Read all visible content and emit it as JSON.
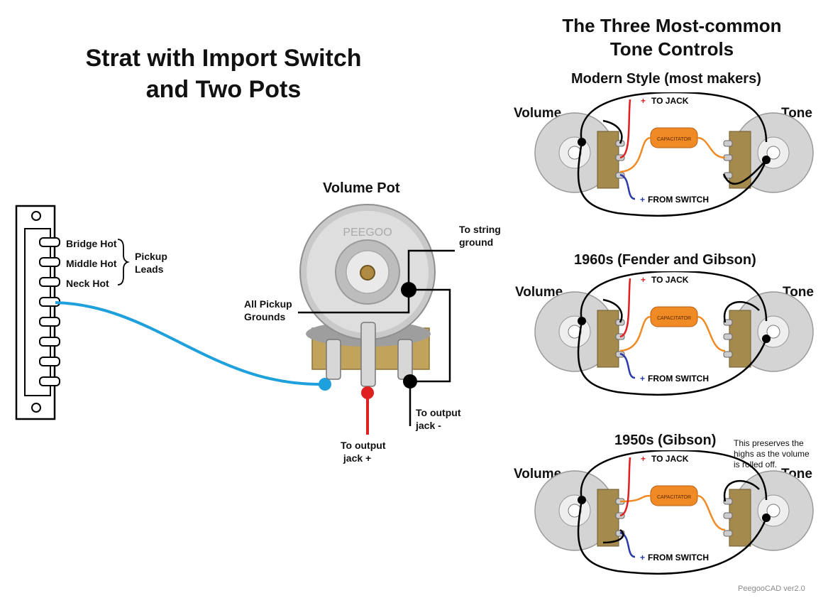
{
  "left": {
    "title_line1": "Strat with Import Switch",
    "title_line2": "and Two Pots",
    "volume_pot_label": "Volume Pot",
    "pot_brand": "PEEGOO",
    "switch_labels": {
      "bridge": "Bridge Hot",
      "middle": "Middle Hot",
      "neck": "Neck Hot"
    },
    "pickup_leads": "Pickup\nLeads",
    "string_ground": "To string\nground",
    "all_grounds": "All Pickup\nGrounds",
    "out_minus": "To output\njack -",
    "out_plus": "To output\n jack +"
  },
  "right": {
    "title_line1": "The Three Most-common",
    "title_line2": "Tone Controls",
    "capacitor_label": "CAPACITATOR",
    "sections": [
      {
        "name": "Modern Style (most makers)",
        "volume": "Volume",
        "tone": "Tone",
        "to_jack": "TO JACK",
        "from_switch": "FROM SWITCH",
        "plus": "+",
        "minus": "+"
      },
      {
        "name": "1960s (Fender and Gibson)",
        "volume": "Volume",
        "tone": "Tone",
        "to_jack": "TO JACK",
        "from_switch": "FROM SWITCH",
        "plus": "+",
        "minus": "+"
      },
      {
        "name": "1950s (Gibson)",
        "volume": "Volume",
        "tone": "Tone",
        "to_jack": "TO JACK",
        "from_switch": "FROM SWITCH",
        "plus": "+",
        "minus": "+",
        "note": "This preserves the\nhighs as the volume\nis rolled off."
      }
    ]
  },
  "credit": "PeegooCAD ver2.0",
  "colors": {
    "wire_blue": "#1ea0dc",
    "wire_red": "#e02020",
    "wire_orange": "#f08a24",
    "wire_navy": "#2a3aa8",
    "wire_black": "#000000"
  }
}
